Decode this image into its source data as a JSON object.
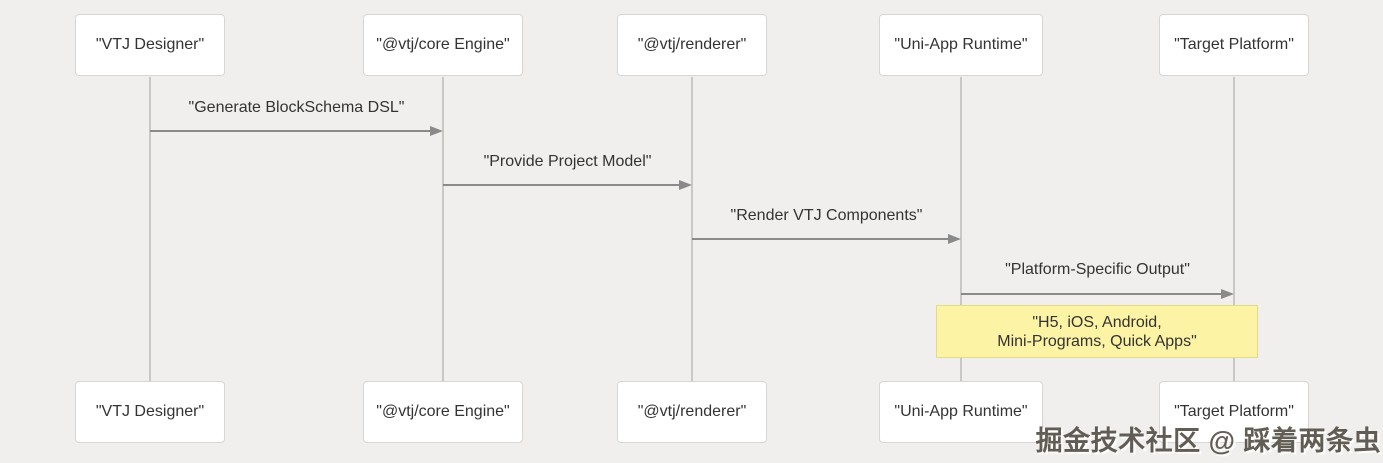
{
  "diagram_type": "sequence",
  "colors": {
    "background": "#f0efed",
    "actor_fill": "#ffffff",
    "actor_border": "#d7d6d4",
    "lifeline": "#c9c8c5",
    "arrow": "#8a8a8a",
    "text": "#333333",
    "note_fill": "#fcf3a4",
    "note_border": "#e5da85",
    "watermark_color": "#464238"
  },
  "actors": [
    {
      "label": "\"VTJ Designer\""
    },
    {
      "label": "\"@vtj/core Engine\""
    },
    {
      "label": "\"@vtj/renderer\""
    },
    {
      "label": "\"Uni-App Runtime\""
    },
    {
      "label": "\"Target Platform\""
    }
  ],
  "messages": [
    {
      "label": "\"Generate BlockSchema DSL\"",
      "from": "\"VTJ Designer\"",
      "to": "\"@vtj/core Engine\""
    },
    {
      "label": "\"Provide Project Model\"",
      "from": "\"@vtj/core Engine\"",
      "to": "\"@vtj/renderer\""
    },
    {
      "label": "\"Render VTJ Components\"",
      "from": "\"@vtj/renderer\"",
      "to": "\"Uni-App Runtime\""
    },
    {
      "label": "\"Platform-Specific Output\"",
      "from": "\"Uni-App Runtime\"",
      "to": "\"Target Platform\""
    }
  ],
  "note": {
    "line1": "\"H5, iOS, Android,",
    "line2": "Mini-Programs, Quick Apps\"",
    "over": "\"Uni-App Runtime\", \"Target Platform\""
  },
  "watermark": {
    "text": "掘金技术社区 @ 踩着两条虫"
  }
}
